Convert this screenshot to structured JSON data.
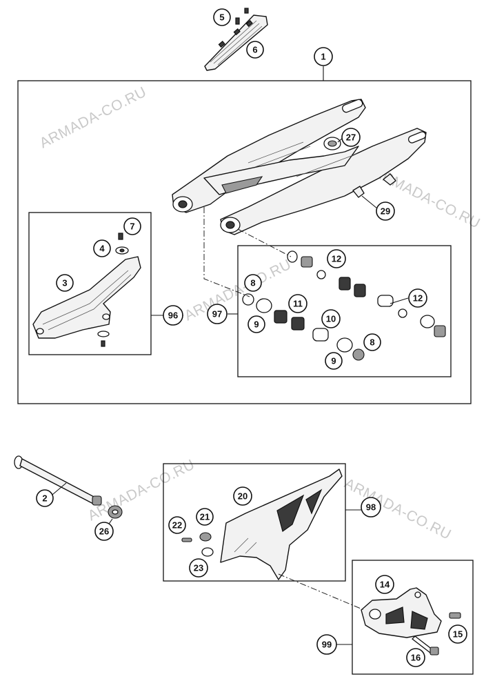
{
  "watermark": "ARMADA-CO.RU",
  "callouts": {
    "c1": "1",
    "c2": "2",
    "c3": "3",
    "c4": "4",
    "c5": "5",
    "c6": "6",
    "c7": "7",
    "c8a": "8",
    "c8b": "8",
    "c9a": "9",
    "c9b": "9",
    "c10": "10",
    "c11": "11",
    "c12a": "12",
    "c12b": "12",
    "c14": "14",
    "c15": "15",
    "c16": "16",
    "c20": "20",
    "c21": "21",
    "c22": "22",
    "c23": "23",
    "c26": "26",
    "c27": "27",
    "c29": "29",
    "c96": "96",
    "c97": "97",
    "c98": "98",
    "c99": "99"
  }
}
